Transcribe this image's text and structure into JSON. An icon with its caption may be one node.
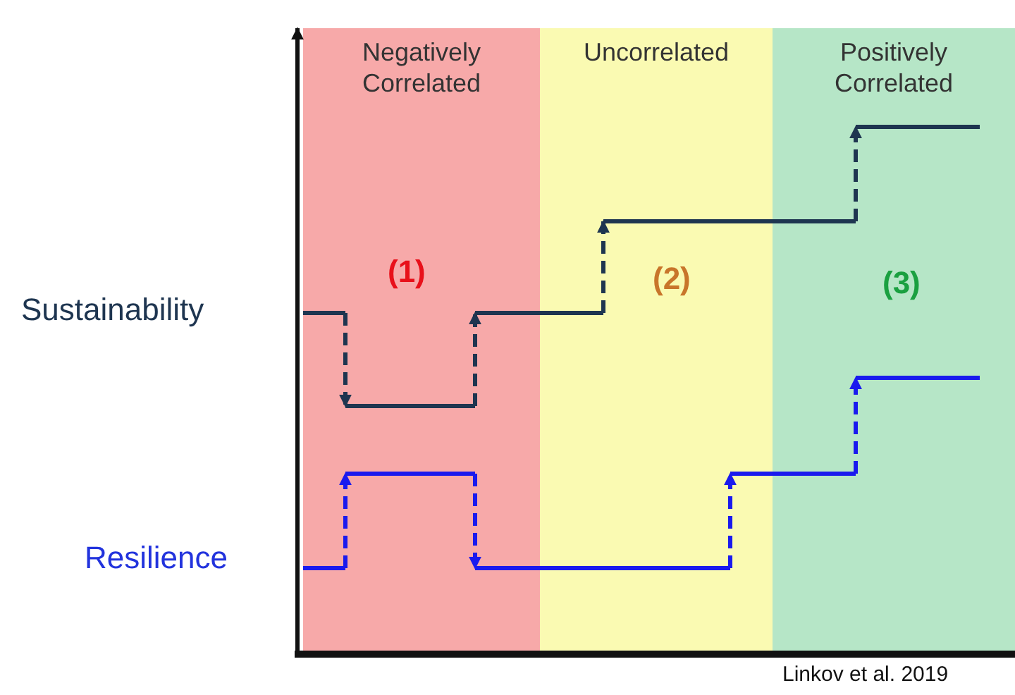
{
  "diagram": {
    "labels": [
      "Negatively Correlated",
      "Uncorrelated",
      "Positively Correlated",
      "(1)",
      "(2)",
      "(3)",
      "Sustainability",
      "Resilience",
      "Linkov et al. 2019"
    ]
  }
}
